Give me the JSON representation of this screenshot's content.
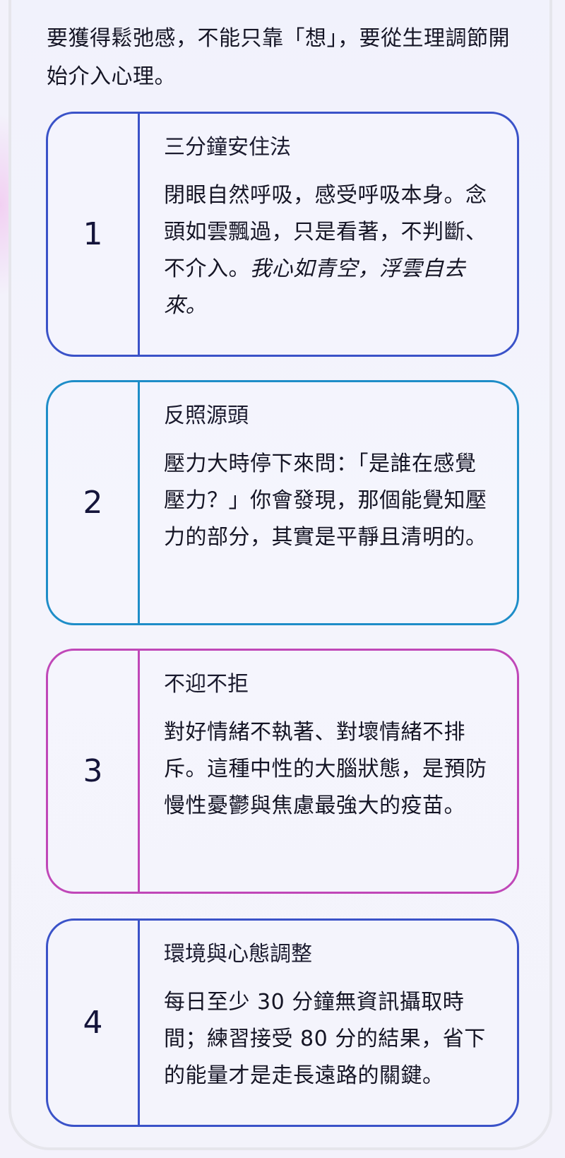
{
  "intro": {
    "text": "要獲得鬆弛感，不能只靠「想」，要從生理調節開始介入心理。"
  },
  "cards": [
    {
      "number": "1",
      "title": "三分鐘安住法",
      "body": "閉眼自然呼吸，感受呼吸本身。念頭如雲飄過，只是看著，不判斷、不介入。",
      "body_italic": "我心如青空，浮雲自去來。",
      "border_color": "#3a52c8"
    },
    {
      "number": "2",
      "title": "反照源頭",
      "body": "壓力大時停下來問：「是誰在感覺壓力？」你會發現，那個能覺知壓力的部分，其實是平靜且清明的。",
      "border_color": "#1e8dc8"
    },
    {
      "number": "3",
      "title": "不迎不拒",
      "body": "對好情緒不執著、對壞情緒不排斥。這種中性的大腦狀態，是預防慢性憂鬱與焦慮最強大的疫苗。",
      "border_color": "#c047b8"
    },
    {
      "number": "4",
      "title": "環境與心態調整",
      "body": "每日至少 30 分鐘無資訊攝取時間；練習接受 80 分的結果，省下的能量才是走長遠路的關鍵。",
      "border_color": "#3a52c8"
    }
  ]
}
